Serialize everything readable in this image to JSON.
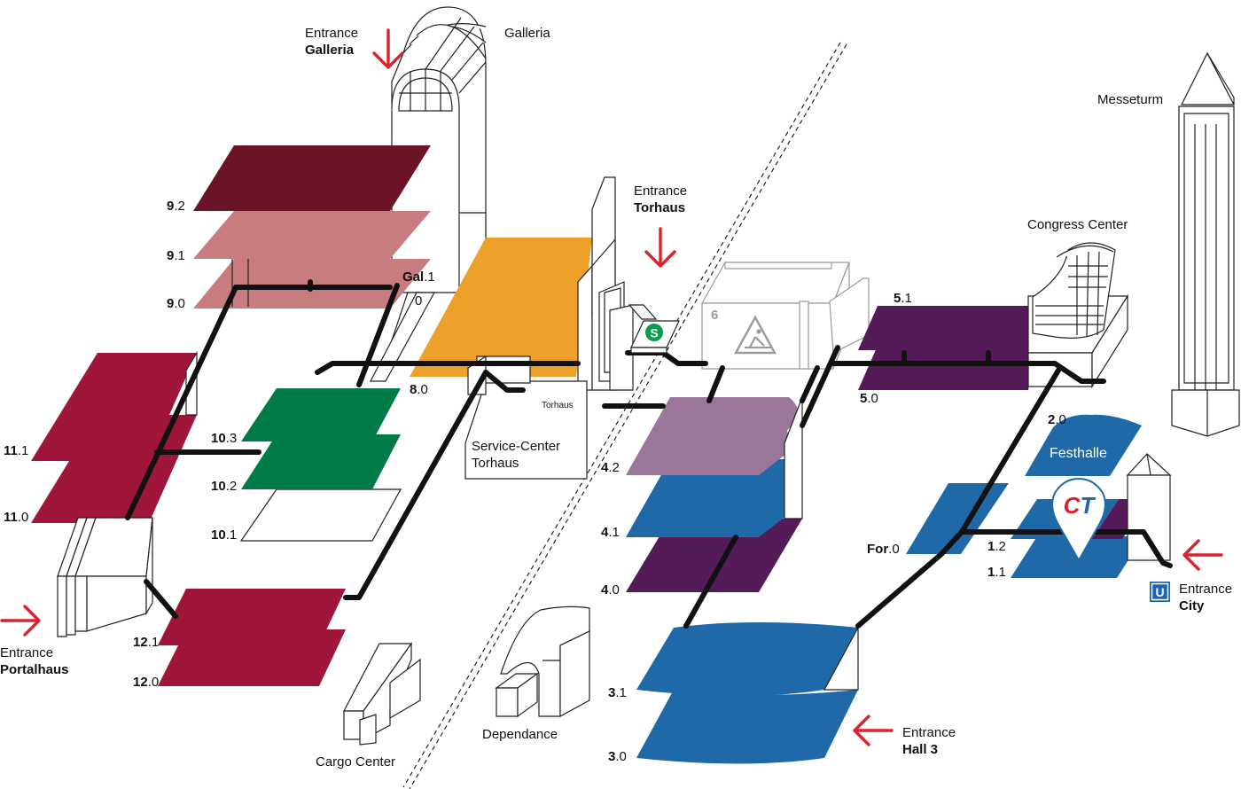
{
  "colors": {
    "hall_9_2": "#6b1428",
    "hall_9_1": "#c97c80",
    "hall_9_0": "#c97c80",
    "hall_11": "#a0153a",
    "hall_12": "#a0153a",
    "hall_10_3": "#007b48",
    "hall_10_2": "#007b48",
    "hall_8": "#eca12a",
    "hall_4_2": "#9a7698",
    "hall_4_1": "#1f69a8",
    "hall_4_0": "#541b58",
    "hall_5": "#541b58",
    "hall_3": "#1f69a8",
    "festhalle": "#1f69a8",
    "forum": "#1f69a8",
    "hall_1_2_accent": "#541b58",
    "entrance_arrow": "#d9232d",
    "walkway": "#111111",
    "s_bahn": "#0c9b4b",
    "u_bahn": "#1e64b4"
  },
  "buildings": {
    "galleria": "Galleria",
    "messeturm": "Messeturm",
    "congress_center": "Congress Center",
    "torhaus": "Torhaus",
    "service_center_line1": "Service-Center",
    "service_center_line2": "Torhaus",
    "dependance": "Dependance",
    "cargo_center": "Cargo Center",
    "festhalle": "Festhalle"
  },
  "entrances": {
    "galleria": {
      "line1": "Entrance",
      "line2": "Galleria"
    },
    "torhaus": {
      "line1": "Entrance",
      "line2": "Torhaus"
    },
    "portalhaus": {
      "line1": "Entrance",
      "line2": "Portalhaus"
    },
    "city": {
      "line1": "Entrance",
      "line2": "City"
    },
    "hall3": {
      "line1": "Entrance",
      "line2": "Hall 3"
    }
  },
  "transit": {
    "s_bahn_icon": "S",
    "u_bahn_icon": "U"
  },
  "levels": {
    "l9_2": {
      "major": "9",
      "minor": ".2"
    },
    "l9_1": {
      "major": "9",
      "minor": ".1"
    },
    "l9_0": {
      "major": "9",
      "minor": ".0"
    },
    "gal_1": {
      "major": "Gal",
      "minor": ".1"
    },
    "gal_0": "0",
    "l11_1": {
      "major": "11",
      "minor": ".1"
    },
    "l11_0": {
      "major": "11",
      "minor": ".0"
    },
    "l10_3": {
      "major": "10",
      "minor": ".3"
    },
    "l10_2": {
      "major": "10",
      "minor": ".2"
    },
    "l10_1": {
      "major": "10",
      "minor": ".1"
    },
    "l12_1": {
      "major": "12",
      "minor": ".1"
    },
    "l12_0": {
      "major": "12",
      "minor": ".0"
    },
    "l8_0": {
      "major": "8",
      "minor": ".0"
    },
    "l6": "6",
    "l5_1": {
      "major": "5",
      "minor": ".1"
    },
    "l5_0": {
      "major": "5",
      "minor": ".0"
    },
    "l4_2": {
      "major": "4",
      "minor": ".2"
    },
    "l4_1": {
      "major": "4",
      "minor": ".1"
    },
    "l4_0": {
      "major": "4",
      "minor": ".0"
    },
    "l3_1": {
      "major": "3",
      "minor": ".1"
    },
    "l3_0": {
      "major": "3",
      "minor": ".0"
    },
    "l2_0": {
      "major": "2",
      "minor": ".0"
    },
    "for_0": {
      "major": "For",
      "minor": ".0"
    },
    "l1_2": {
      "major": "1",
      "minor": ".2"
    },
    "l1_1": {
      "major": "1",
      "minor": ".1"
    }
  },
  "marker": {
    "logo_text": "CT",
    "logo_colors": [
      "#d9232d",
      "#1e64b4"
    ]
  },
  "icons": {
    "construction": "construction-worker-icon",
    "location_pin": "location-pin-icon",
    "entrance_arrow": "red-arrow-icon"
  }
}
